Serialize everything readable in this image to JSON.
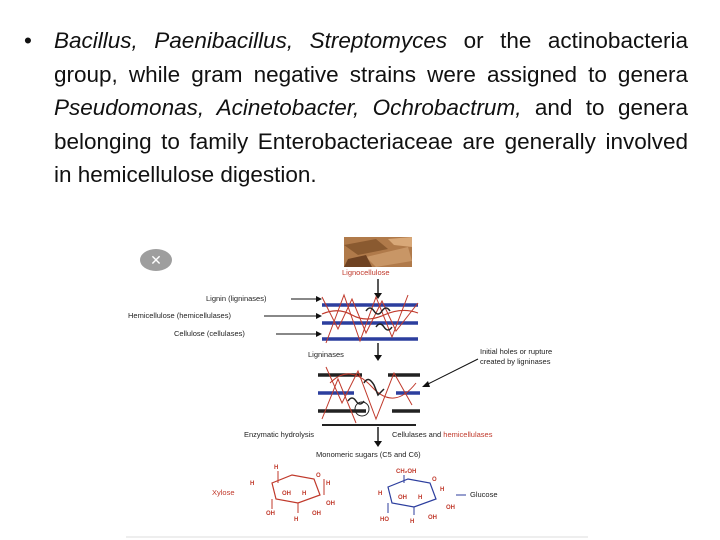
{
  "text": {
    "bullet": "•",
    "p1_a": "Bacillus,",
    "p1_b": "Paenibacillus,",
    "p1_c": "Streptomyces",
    "p1_d": " or the actinobacteria group, while gram negative strains were assigned to genera ",
    "p1_e": "Pseudomonas, Acinetobacter, Ochrobactrum,",
    "p1_f": " and to genera belonging to family Enterobacteriaceae are generally involved in hemicellulose digestion."
  },
  "figure": {
    "close_glyph": "✕",
    "lignocellulose": "Lignocellulose",
    "lignin": "Lignin (ligninases)",
    "hemicellulose": "Hemicellulose (hemicellulases)",
    "cellulose": "Cellulose (cellulases)",
    "ligninases": "Ligninases",
    "holes_1": "Initial holes or rupture",
    "holes_2": "created by ligninases",
    "enzymatic": "Enzymatic hydrolysis",
    "cellulases_pre": "Cellulases and ",
    "cellulases_red": "hemicellulases",
    "monomeric": "Monomeric sugars (C5 and C6)",
    "xylose": "Xylose",
    "glucose": "Glucose",
    "ch2oh": "CH₂OH",
    "h": "H",
    "oh": "OH",
    "ho": "HO",
    "o": "O",
    "colors": {
      "red": "#c0392b",
      "blue": "#2c3e9e",
      "dark": "#222222"
    }
  }
}
